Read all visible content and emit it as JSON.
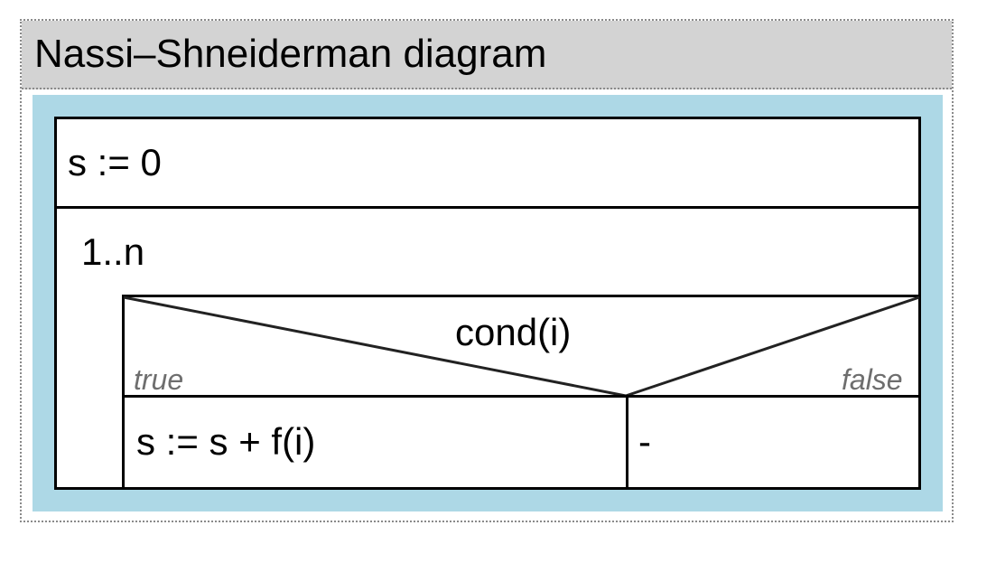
{
  "diagram": {
    "title": "Nassi–Shneiderman diagram",
    "statements": {
      "init": "s := 0",
      "loop_header": "1..n",
      "condition": "cond(i)",
      "true_label": "true",
      "false_label": "false",
      "true_action": "s := s + f(i)",
      "false_action": "-"
    },
    "colors": {
      "header_background": "#d3d3d3",
      "canvas_background": "#add8e6",
      "block_background": "#ffffff",
      "branch_label": "#6e6e6e"
    }
  }
}
